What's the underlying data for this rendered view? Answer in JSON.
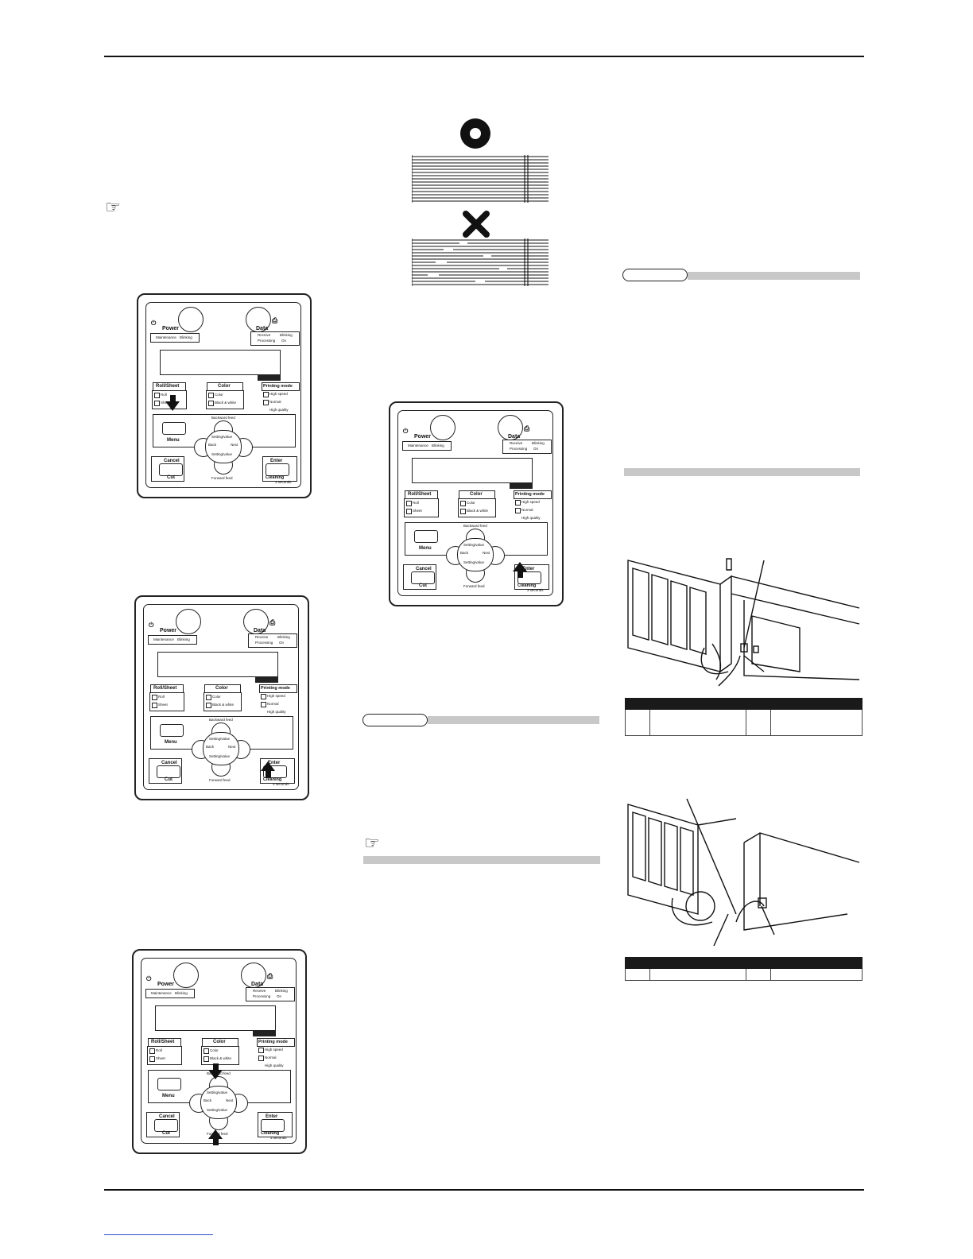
{
  "panel": {
    "power": "Power",
    "data": "Data",
    "maintenance": "Maintenance",
    "blinking": "Blinking",
    "receive": "Receive",
    "processing": "Processing",
    "on": "On",
    "roll_sheet": "Roll/Sheet",
    "roll": "Roll",
    "sheet": "Sheet",
    "color": "Color",
    "color_opt": "Color",
    "black_white": "Black & white",
    "printing_mode": "Printing mode",
    "high_speed": "High speed",
    "normal": "Normal",
    "high_quality": "High quality",
    "backward_feed": "Backward feed",
    "setting_value": "Setting/value",
    "back": "Back",
    "next": "Next",
    "forward_feed": "Forward feed",
    "menu": "Menu",
    "cancel": "Cancel",
    "cut": "Cut",
    "enter": "Enter",
    "cleaning": "Cleaning",
    "seconds": "3 seconds"
  },
  "marks": {
    "good": "○",
    "bad": "✕"
  },
  "icons": {
    "pointer": "hand-pointer-icon"
  }
}
